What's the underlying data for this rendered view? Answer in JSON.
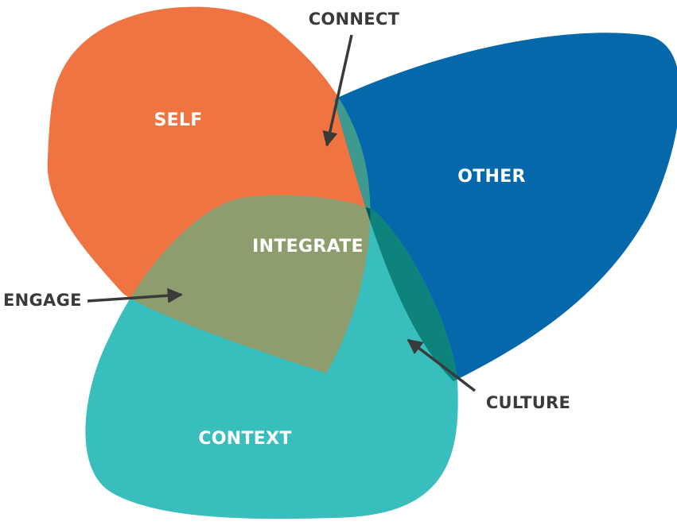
{
  "colors": {
    "self": "#f07442",
    "other": "#0568ab",
    "context": "#38bfbd",
    "connect": "#3e9a8e",
    "engage": "#8e9d6d",
    "culture": "#0e837c",
    "integrate": "#015a5b",
    "inner_label": "#ffffff",
    "outer_label": "#3a3a3a",
    "arrow": "#3a3a3a"
  },
  "sets": {
    "self": "SELF",
    "other": "OTHER",
    "context": "CONTEXT"
  },
  "overlaps": {
    "integrate": "INTEGRATE",
    "connect": "CONNECT",
    "engage": "ENGAGE",
    "culture": "CULTURE"
  }
}
